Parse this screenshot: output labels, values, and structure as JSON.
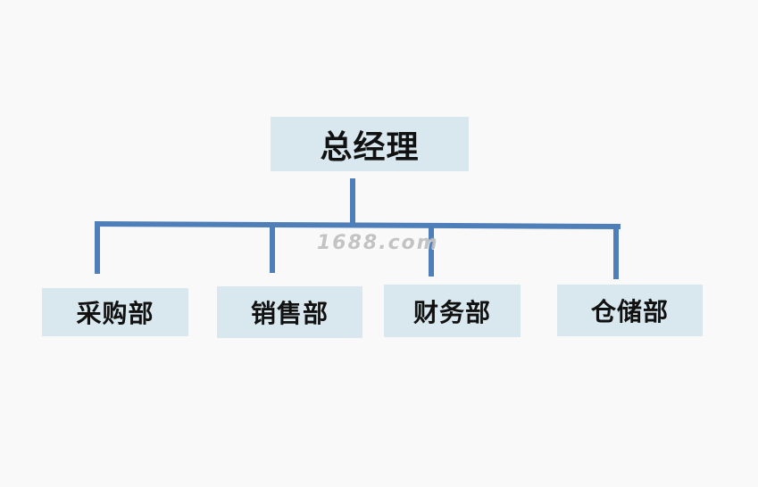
{
  "diagram": {
    "root": {
      "label": "总经理"
    },
    "departments": [
      {
        "label": "采购部"
      },
      {
        "label": "销售部"
      },
      {
        "label": "财务部"
      },
      {
        "label": "仓储部"
      }
    ],
    "watermark": "1688.com",
    "colors": {
      "background": "#f9f9f9",
      "box_fill": "#d8e8ee",
      "connector": "#4f7fb8",
      "text": "#111111",
      "watermark": "#b9b9b9"
    }
  }
}
